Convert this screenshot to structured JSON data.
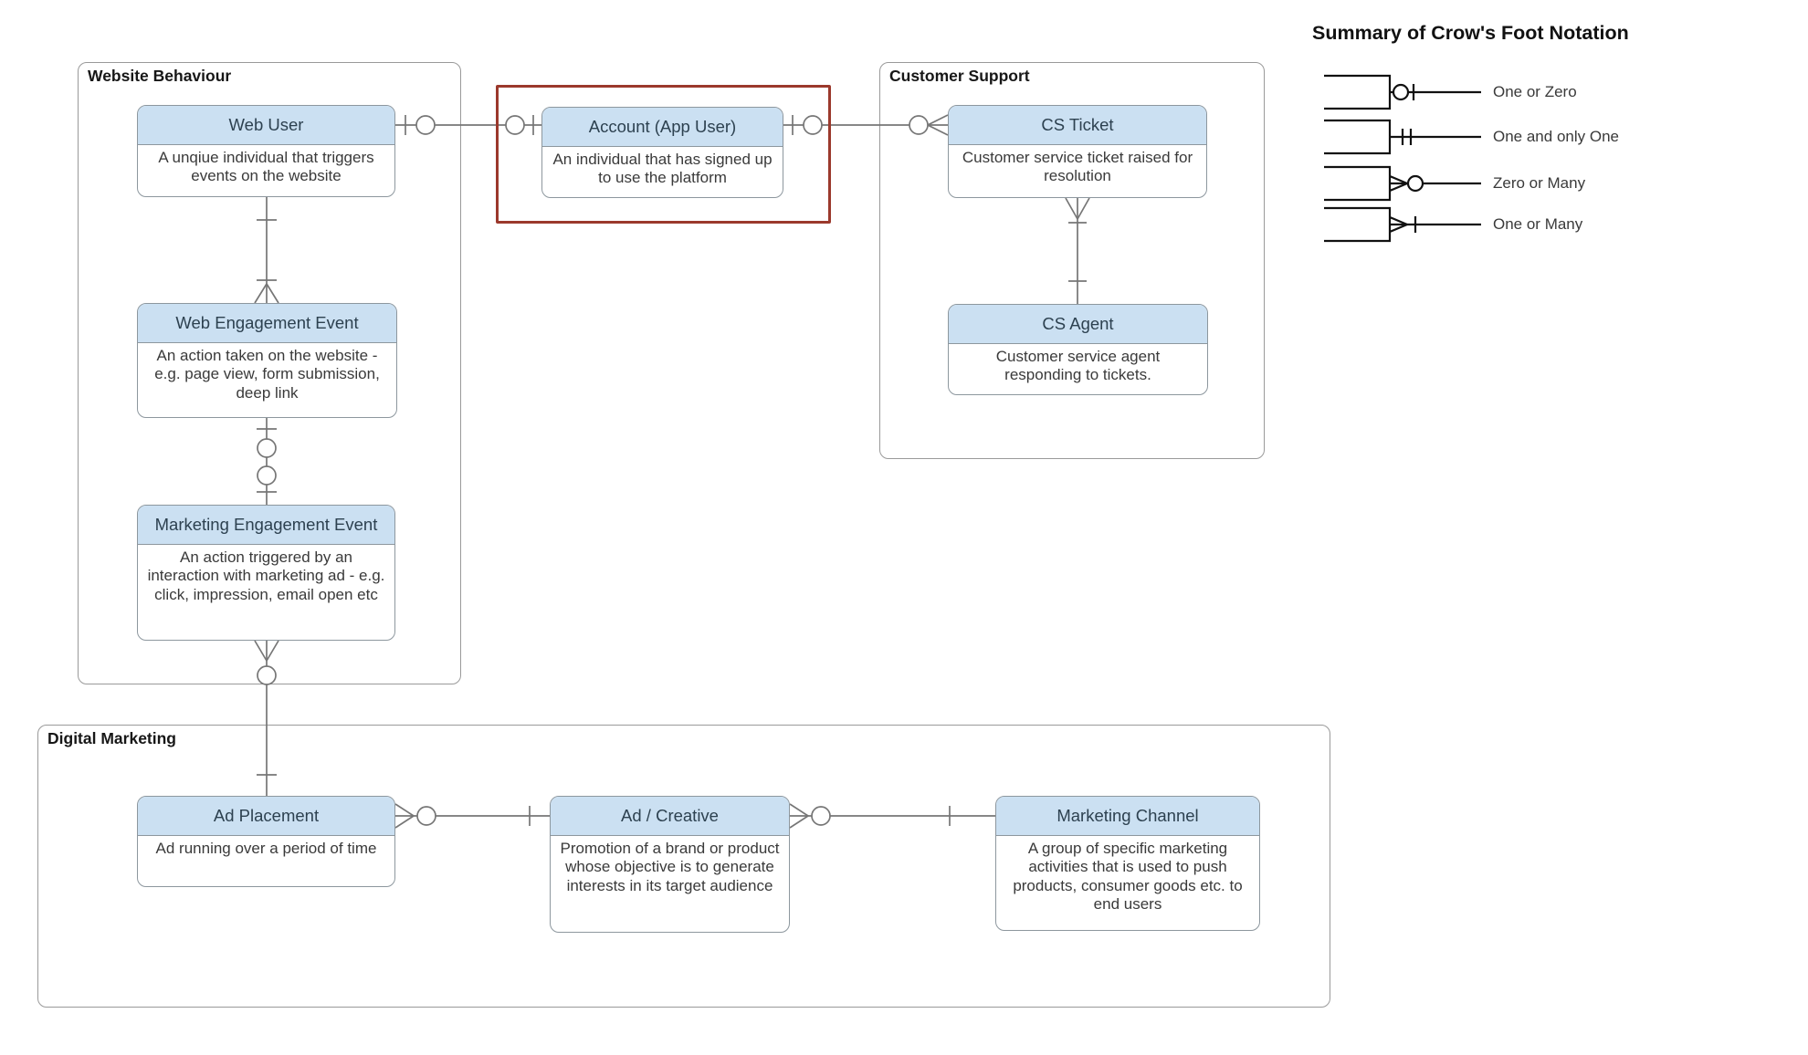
{
  "groups": {
    "website_behaviour": {
      "label": "Website Behaviour"
    },
    "customer_support": {
      "label": "Customer Support"
    },
    "digital_marketing": {
      "label": "Digital Marketing"
    }
  },
  "entities": {
    "web_user": {
      "title": "Web User",
      "description": "A unqiue individual that triggers events on the website"
    },
    "web_engagement_event": {
      "title": "Web Engagement Event",
      "description": "An action taken on the website - e.g. page view, form submission, deep link"
    },
    "marketing_engagement_event": {
      "title": "Marketing Engagement Event",
      "description": "An action triggered by an interaction with marketing ad - e.g. click, impression, email open etc"
    },
    "account": {
      "title": "Account (App User)",
      "description": "An individual that has signed up to use the platform"
    },
    "cs_ticket": {
      "title": "CS Ticket",
      "description": "Customer service ticket raised for resolution"
    },
    "cs_agent": {
      "title": "CS Agent",
      "description": "Customer service agent responding to tickets."
    },
    "ad_placement": {
      "title": "Ad Placement",
      "description": "Ad running over a period of time"
    },
    "ad_creative": {
      "title": "Ad / Creative",
      "description": "Promotion of a brand or product whose objective is to generate interests in its target audience"
    },
    "marketing_channel": {
      "title": "Marketing Channel",
      "description": "A group of specific marketing activities that is used to push products, consumer goods etc. to end users"
    }
  },
  "relationships": [
    {
      "from": "Web User",
      "to": "Account (App User)",
      "from_end": "one-or-zero",
      "to_end": "one-or-zero"
    },
    {
      "from": "Account (App User)",
      "to": "CS Ticket",
      "from_end": "one-or-zero",
      "to_end": "zero-or-many"
    },
    {
      "from": "Web User",
      "to": "Web Engagement Event",
      "from_end": "one",
      "to_end": "one-or-many"
    },
    {
      "from": "Web Engagement Event",
      "to": "Marketing Engagement Event",
      "from_end": "one-or-zero",
      "to_end": "one-or-zero"
    },
    {
      "from": "Marketing Engagement Event",
      "to": "Ad Placement",
      "from_end": "zero-or-many",
      "to_end": "one"
    },
    {
      "from": "Ad Placement",
      "to": "Ad / Creative",
      "from_end": "zero-or-many",
      "to_end": "one"
    },
    {
      "from": "Ad / Creative",
      "to": "Marketing Channel",
      "from_end": "zero-or-many",
      "to_end": "one"
    },
    {
      "from": "CS Ticket",
      "to": "CS Agent",
      "from_end": "one-or-many",
      "to_end": "one"
    }
  ],
  "highlight": {
    "entity": "Account (App User)",
    "color": "#9b392c"
  },
  "legend": {
    "title": "Summary of Crow's Foot Notation",
    "items": [
      {
        "symbol": "one-or-zero",
        "label": "One or Zero"
      },
      {
        "symbol": "one-and-only-one",
        "label": "One and only One"
      },
      {
        "symbol": "zero-or-many",
        "label": "Zero or Many"
      },
      {
        "symbol": "one-or-many",
        "label": "One or Many"
      }
    ]
  },
  "colors": {
    "entity_header_fill": "#cbe0f2",
    "entity_border": "#8d979e",
    "entity_title_text": "#2d4150",
    "description_text": "#3a3a3a",
    "group_border": "#9a9a9a",
    "connector": "#767676",
    "highlight_border": "#9b392c",
    "legend_ink": "#111111"
  }
}
